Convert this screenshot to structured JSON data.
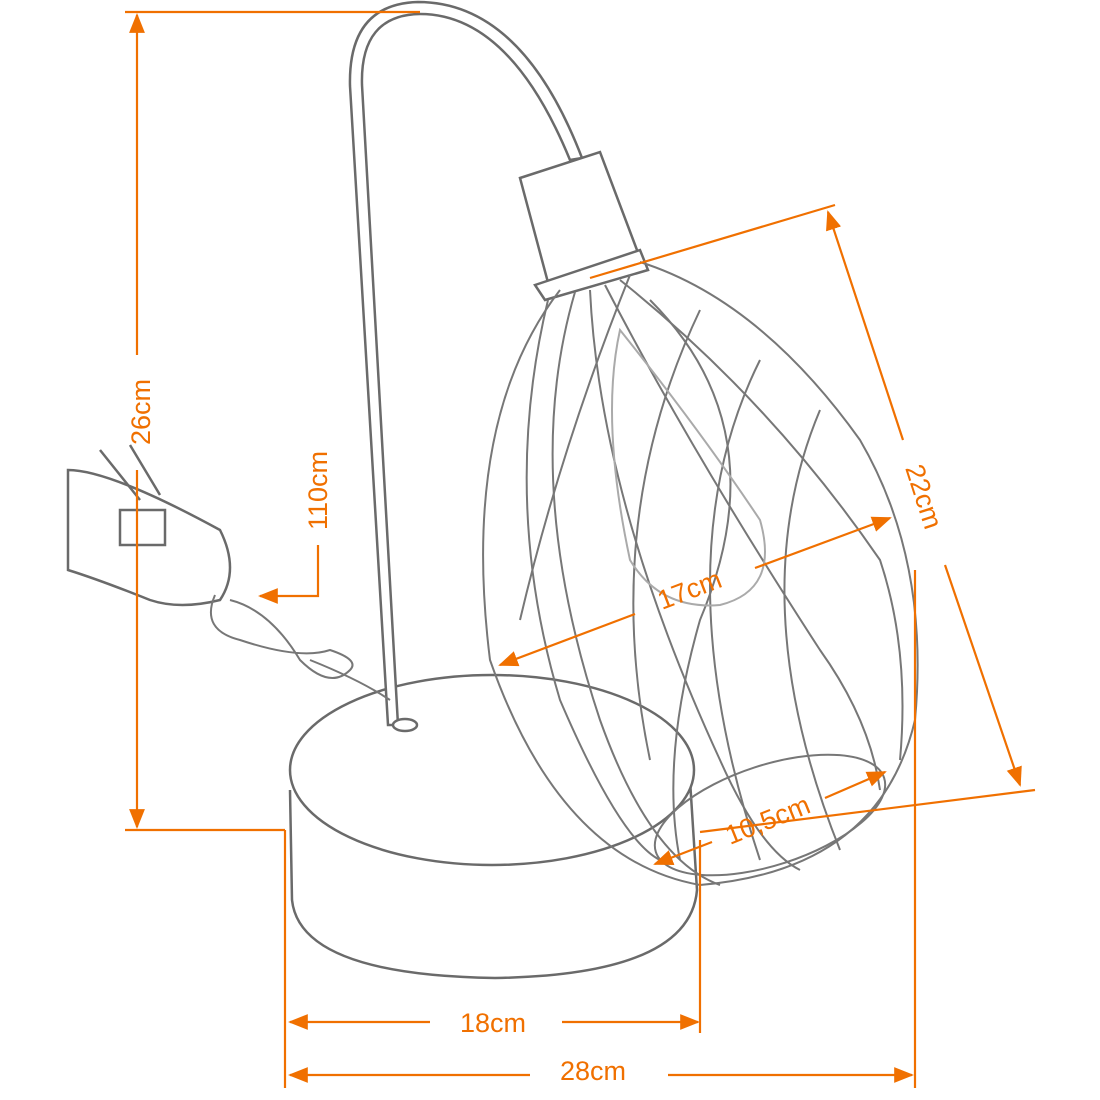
{
  "dimensions": {
    "total_height": "26cm",
    "cable_length": "110cm",
    "shade_width": "17cm",
    "shade_length": "22cm",
    "shade_opening": "10,5cm",
    "base_diameter": "18cm",
    "total_width": "28cm"
  },
  "colors": {
    "dimension": "#f07000",
    "outline": "#6a6a6a"
  }
}
